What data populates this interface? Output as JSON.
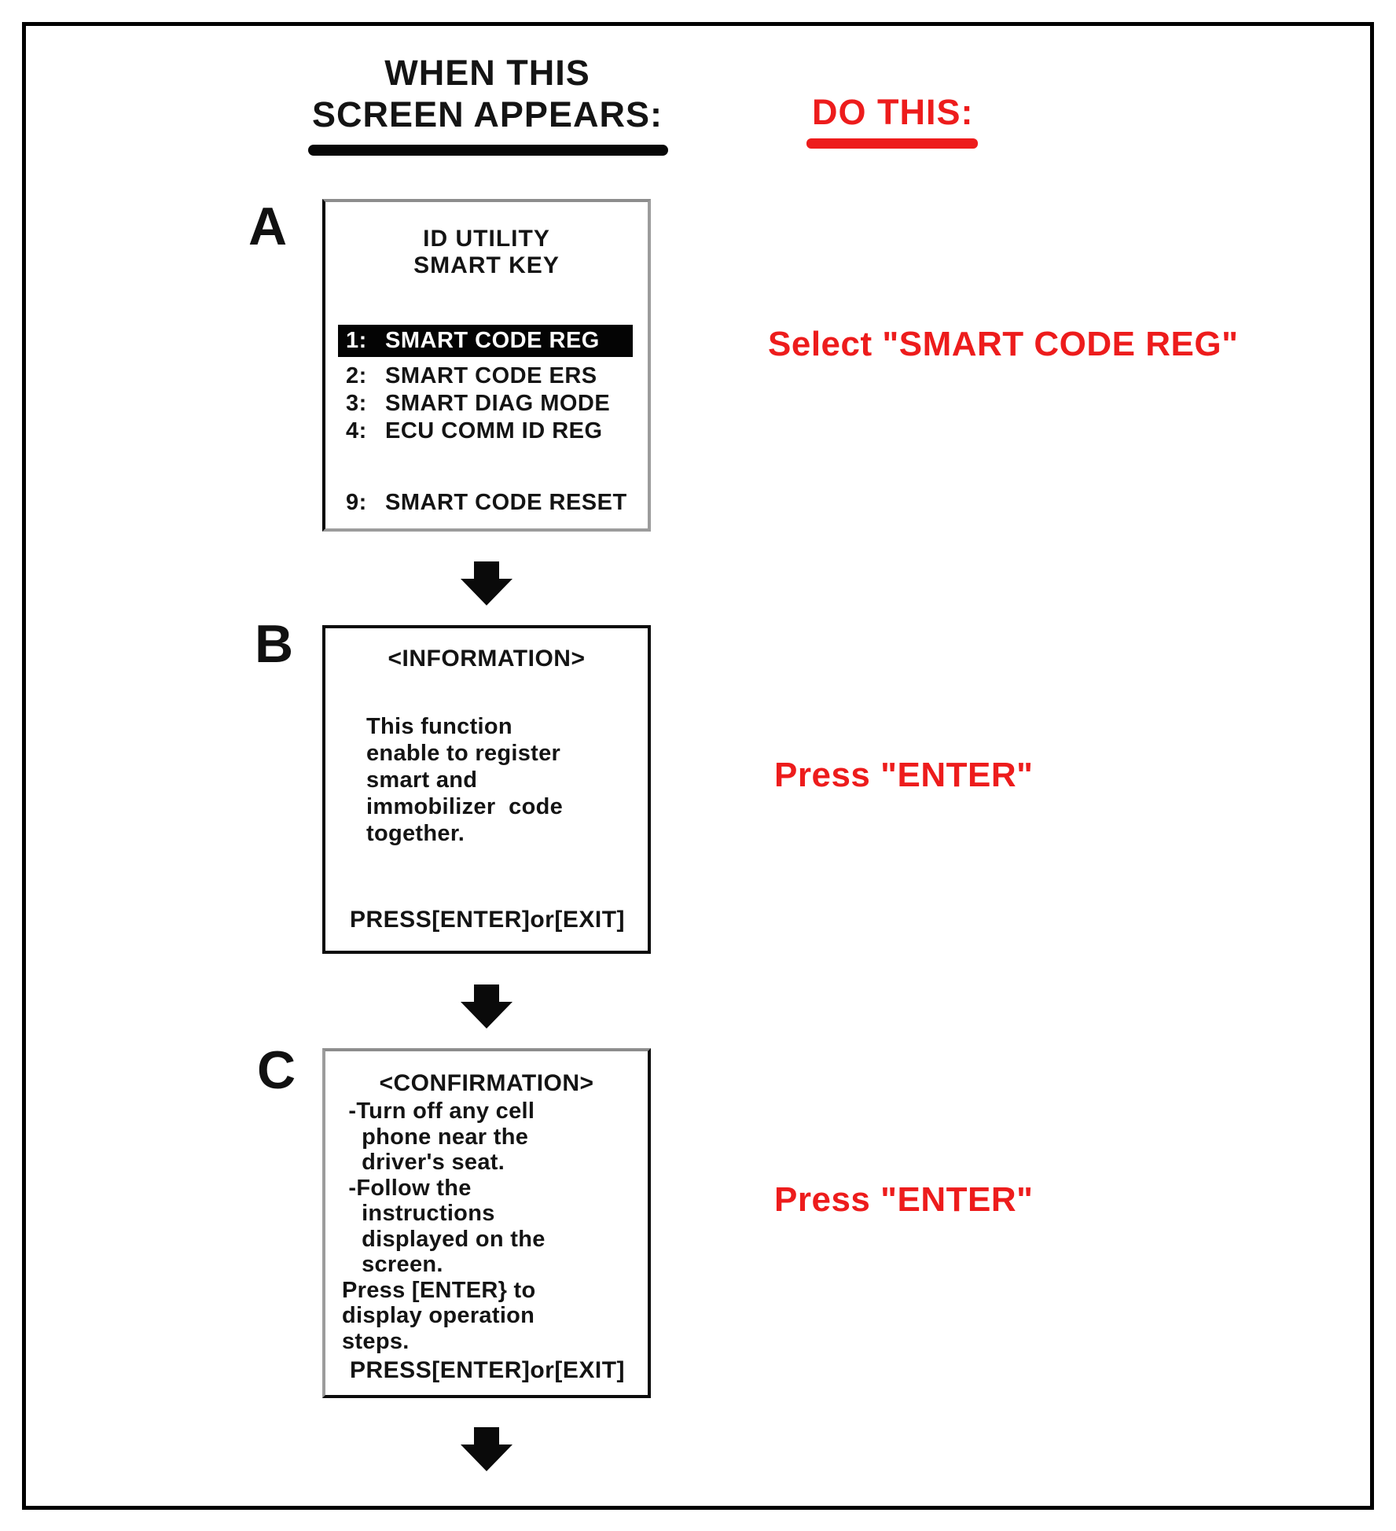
{
  "colors": {
    "accent_red": "#ed1c1c",
    "ink": "#141414",
    "lcd_border_gray": "#9c9c9c"
  },
  "header": {
    "left_title": "WHEN THIS\nSCREEN APPEARS:",
    "right_title": "DO THIS:"
  },
  "screenA": {
    "label": "A",
    "title": "ID UTILITY\nSMART KEY",
    "menu": [
      {
        "num": "1:",
        "label": "SMART CODE REG",
        "highlighted": true
      },
      {
        "num": "2:",
        "label": "SMART CODE ERS",
        "highlighted": false
      },
      {
        "num": "3:",
        "label": "SMART DIAG MODE",
        "highlighted": false
      },
      {
        "num": "4:",
        "label": "ECU COMM ID REG",
        "highlighted": false
      },
      {
        "num": "9:",
        "label": "SMART CODE RESET",
        "highlighted": false
      }
    ],
    "instruction": "Select \"SMART CODE REG\""
  },
  "screenB": {
    "label": "B",
    "title": "<INFORMATION>",
    "body": "This function\nenable to register\nsmart and\nimmobilizer  code\ntogether.",
    "footer": "PRESS[ENTER]or[EXIT]",
    "instruction": "Press \"ENTER\""
  },
  "screenC": {
    "label": "C",
    "title": "<CONFIRMATION>",
    "body": " -Turn off any cell\n   phone near the\n   driver's seat.\n -Follow the\n   instructions\n   displayed on the\n   screen.\nPress [ENTER} to\ndisplay operation\nsteps.",
    "footer": "PRESS[ENTER]or[EXIT]",
    "instruction": "Press \"ENTER\""
  }
}
